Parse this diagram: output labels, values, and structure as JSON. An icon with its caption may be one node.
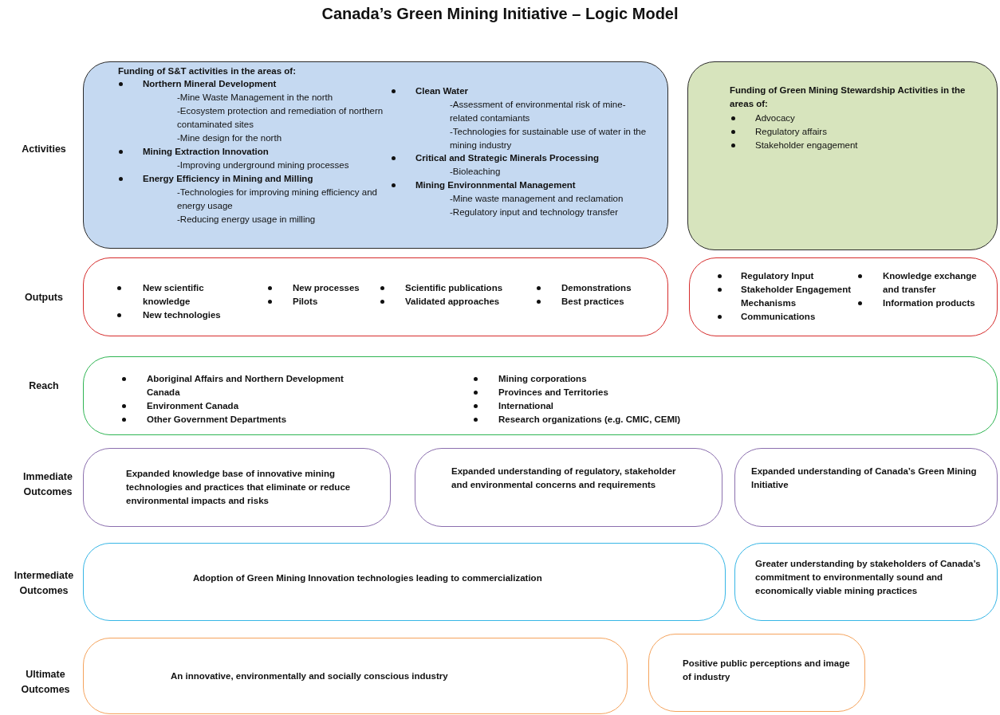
{
  "diagram": {
    "title": "Canada’s Green Mining Initiative – Logic Model",
    "nodes": [
      {
        "text": [
          "Funding of S&T activities in the areas of:",
          "Northern Mineral Development",
          "-Mine Waste Management in the north",
          "-Ecosystem protection and remediation of northern contaminated sites",
          "-Mine design for the north",
          "Mining Extraction Innovation",
          "-Improving underground mining processes",
          "Energy Efficiency in Mining and Milling",
          "-Technologies for improving mining efficiency and energy usage",
          "-Reducing energy usage in milling",
          "Clean Water",
          "-Assessment of environmental risk of mine-related contamiants",
          "-Technologies for sustainable use of water in the mining industry",
          "Critical and Strategic Minerals Processing",
          "-Bioleaching",
          "Mining Environnmental Management",
          "-Mine waste management and reclamation",
          "-Regulatory input and technology transfer"
        ]
      },
      {
        "text": [
          "Funding of Green Mining Stewardship Activities in the areas of:",
          "Advocacy",
          "Regulatory affairs",
          "Stakeholder engagement"
        ]
      },
      {
        "text": [
          "New scientific knowledge",
          "New technologies",
          "New processes",
          "Pilots",
          "Scientific publications",
          "Validated approaches",
          "Demonstrations",
          "Best practices"
        ]
      },
      {
        "text": [
          "Regulatory Input",
          "Stakeholder Engagement Mechanisms",
          "Communications",
          "Knowledge exchange and transfer",
          "Information products"
        ]
      },
      {
        "text": [
          "Aboriginal Affairs and Northern Development Canada",
          "Environment Canada",
          "Other Government Departments",
          "Mining corporations",
          "Provinces and Territories",
          "International",
          "Research organizations (e.g. CMIC, CEMI)"
        ]
      },
      {
        "text": [
          "Expanded knowledge base of innovative mining technologies and practices that eliminate or reduce environmental impacts and risks"
        ]
      },
      {
        "text": [
          "Expanded understanding of regulatory, stakeholder and environmental concerns and requirements"
        ]
      },
      {
        "text": [
          "Expanded understanding of Canada’s Green Mining Initiative"
        ]
      },
      {
        "text": [
          "Adoption of Green Mining Innovation technologies leading to commercialization"
        ]
      },
      {
        "text": [
          "Greater understanding by stakeholders of Canada’s commitment to environmentally sound and economically viable mining practices"
        ]
      },
      {
        "text": [
          "An innovative, environmentally and socially conscious industry"
        ]
      },
      {
        "text": [
          "Positive public perceptions and image of industry"
        ]
      }
    ],
    "labels": [
      "Activities",
      "Outputs",
      "Reach",
      "Immediate Outcomes",
      "Intermediate Outcomes",
      "Ultimate Outcomes"
    ]
  }
}
